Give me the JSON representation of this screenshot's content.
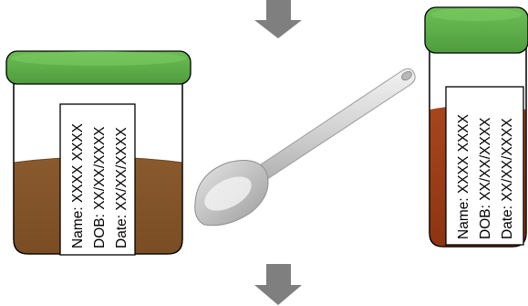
{
  "arrows": [
    {
      "name": "top-arrow",
      "direction": "down",
      "color": "#7f7f7f"
    },
    {
      "name": "bottom-arrow",
      "direction": "down",
      "color": "#7f7f7f"
    }
  ],
  "left_jar": {
    "lid_color": "#5fb14c",
    "content_color": "#8b5a2b",
    "label": {
      "name_line": "Name: XXXX XXXX",
      "dob_line": "DOB: XX/XX/XXXX",
      "date_line": "Date: XX/XX/XXXX"
    }
  },
  "right_tube": {
    "lid_color": "#5fb14c",
    "content_color": "#a5411c",
    "label": {
      "name_line": "Name: XXXX XXXX",
      "dob_line": "DOB: XX/XX/XXXX",
      "date_line": "Date: XX/XX/XXXX"
    }
  },
  "spoon": {
    "icon": "scoop-spoon-icon",
    "color": "#c9c9c9"
  }
}
